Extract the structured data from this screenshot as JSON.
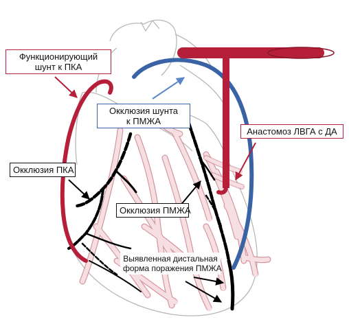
{
  "labels": {
    "shunt_rca": [
      "Функционирующий",
      "шунт к ПКА"
    ],
    "occlusion_shunt": [
      "Окклюзия шунта",
      "к ПМЖА"
    ],
    "anastomosis": [
      "Анастомоз ЛВГА с ДА"
    ],
    "occlusion_rca": [
      "Окклюзия ПКА"
    ],
    "occlusion_lad": [
      "Окклюзия ПМЖА"
    ],
    "distal_lesion": [
      "Выявленная дистальная",
      "форма поражения ПМЖА"
    ]
  },
  "colors": {
    "red_graft": "#b51f3a",
    "blue_graft": "#3a63a6",
    "vessel_fill": "#f6dfe2",
    "vessel_outline": "#c9727f",
    "occluded_vessel": "#000000",
    "heart_outline": "#b8b8b8"
  }
}
